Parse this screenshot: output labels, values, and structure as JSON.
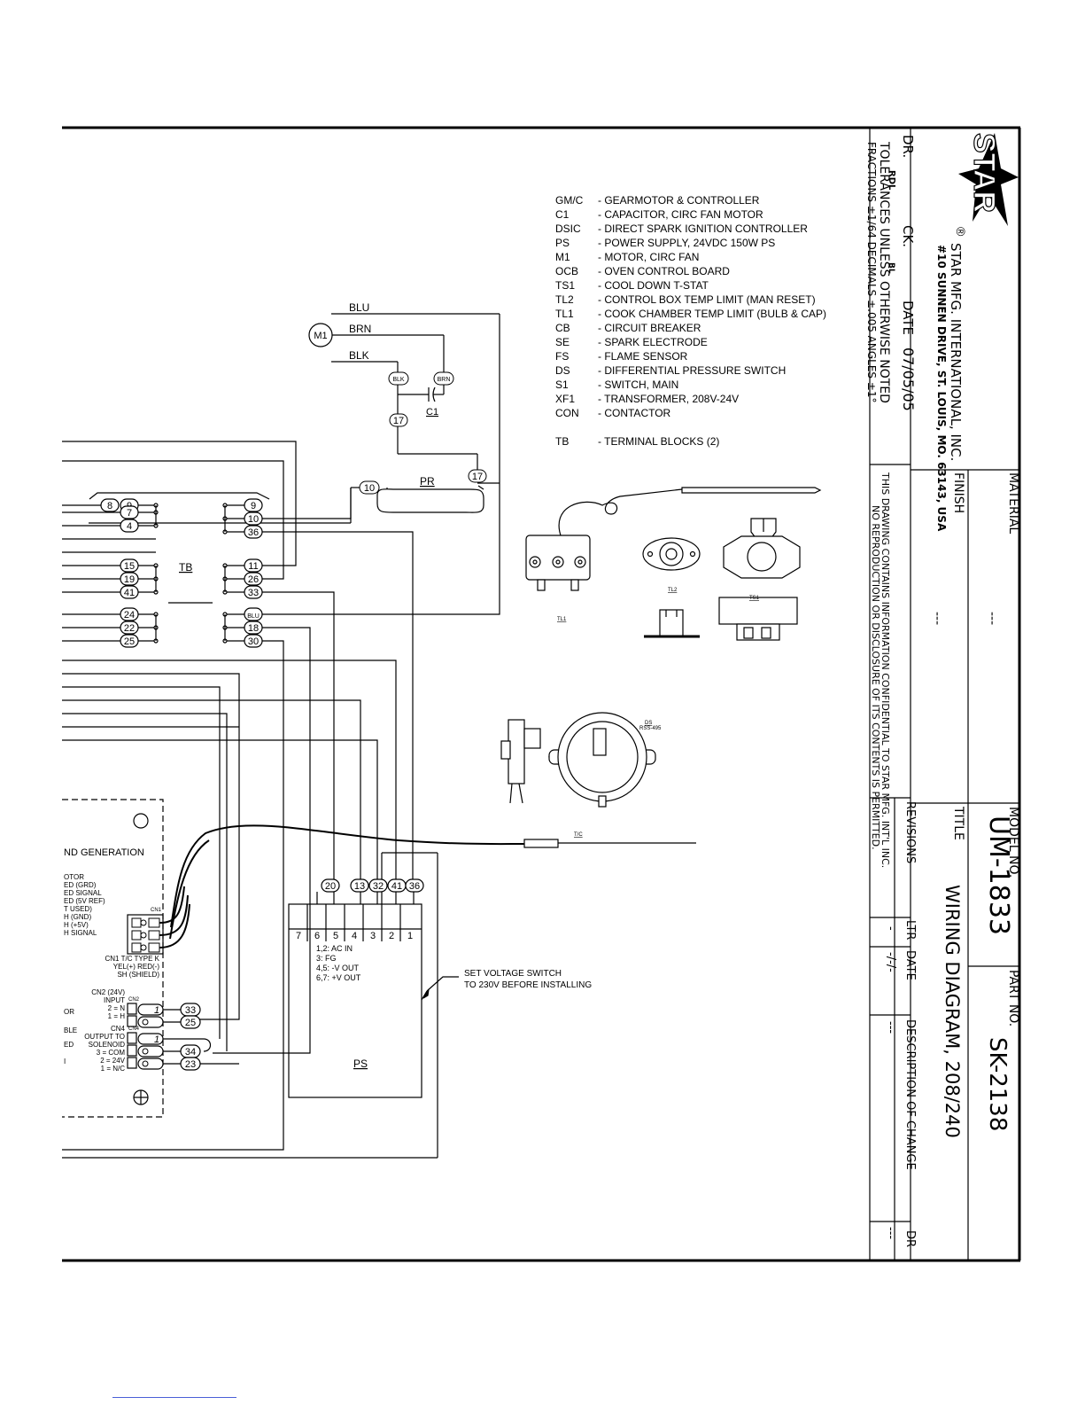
{
  "title_block": {
    "company": "STAR MFG. INTERNATIONAL, INC.",
    "address": "#10 SUNNEN DRIVE, ST. LOUIS, MO. 63143, USA",
    "logo_text": "STAR",
    "registered": "®",
    "material_label": "MATERIAL",
    "material_value": "---",
    "finish_label": "FINISH",
    "finish_value": "---",
    "dr_label": "DR.",
    "dr_value": "RDL",
    "ck_label": "CK.",
    "ck_value": "BL",
    "date_label": "DATE",
    "date_value": "07/05/05",
    "tolerances_line1": "TOLERANCES UNLESS OTHERWISE NOTED",
    "tolerances_line2": "FRACTIONS ±1/64  DECIMALS ±.005  ANGLES ±1°",
    "confidential_line1": "THIS DRAWING CONTAINS INFORMATION CONFIDENTIAL TO STAR MFG. INT'L INC.",
    "confidential_line2": "NO REPRODUCTION OR DISCLOSURE OF ITS CONTENTS IS PERMITTED.",
    "model_label": "MODEL NO.",
    "model_value": "UM-1833",
    "part_label": "PART NO.",
    "part_value": "SK-2138",
    "title_label": "TITLE",
    "title_value": "WIRING DIAGRAM, 208/240",
    "revisions_label": "REVISIONS",
    "rev_ltr_header": "LTR",
    "rev_date_header": "DATE",
    "rev_desc_header": "DESCRIPTION OF CHANGE",
    "rev_dr_header": "DR",
    "rev_ltr": "-",
    "rev_date": "-/-/-",
    "rev_desc": "---",
    "rev_dr": "---"
  },
  "legend": [
    {
      "code": "GM/C",
      "desc": "- GEARMOTOR & CONTROLLER"
    },
    {
      "code": "C1",
      "desc": "- CAPACITOR, CIRC FAN MOTOR"
    },
    {
      "code": "DSIC",
      "desc": "- DIRECT SPARK IGNITION CONTROLLER"
    },
    {
      "code": "PS",
      "desc": "- POWER SUPPLY, 24VDC 150W PS"
    },
    {
      "code": "M1",
      "desc": "- MOTOR, CIRC FAN"
    },
    {
      "code": "OCB",
      "desc": "- OVEN CONTROL BOARD"
    },
    {
      "code": "TS1",
      "desc": "- COOL DOWN T-STAT"
    },
    {
      "code": "TL2",
      "desc": "- CONTROL BOX TEMP LIMIT (MAN RESET)"
    },
    {
      "code": "TL1",
      "desc": "- COOK CHAMBER TEMP LIMIT  (BULB & CAP)"
    },
    {
      "code": "CB",
      "desc": "- CIRCUIT BREAKER"
    },
    {
      "code": "SE",
      "desc": "- SPARK ELECTRODE"
    },
    {
      "code": "FS",
      "desc": "- FLAME SENSOR"
    },
    {
      "code": "DS",
      "desc": "- DIFFERENTIAL PRESSURE SWITCH"
    },
    {
      "code": "S1",
      "desc": "- SWITCH, MAIN"
    },
    {
      "code": "XF1",
      "desc": "- TRANSFORMER, 208V-24V"
    },
    {
      "code": "CON",
      "desc": "- CONTACTOR"
    },
    {
      "code": "TB",
      "desc": "- TERMINAL BLOCKS (2)"
    }
  ],
  "motor": {
    "label": "M1",
    "wire_blu": "BLU",
    "wire_brn": "BRN",
    "wire_blk": "BLK",
    "tag_blk": "BLK",
    "tag_brn": "BRN",
    "cap_label": "C1",
    "tag_17a": "17",
    "tag_17b": "17"
  },
  "pr": {
    "label": "PR",
    "tag_10": "10"
  },
  "tb": {
    "label": "TB",
    "left_top": [
      "8",
      "9"
    ],
    "left": [
      "7",
      "4",
      "15",
      "19",
      "41",
      "24",
      "22",
      "25"
    ],
    "right": [
      "9",
      "10",
      "36",
      "11",
      "26",
      "33",
      "BLU",
      "18",
      "30"
    ]
  },
  "components": {
    "tl1": "TL1",
    "tl2": "TL2",
    "ts1": "TS1",
    "ds": "DS",
    "ds_part": "RSS-495",
    "tc": "T/C"
  },
  "controller": {
    "title": "ND GENERATION",
    "left_lines": [
      "OTOR",
      "ED (GRD)",
      "ED SIGNAL",
      "ED (5V REF)",
      "T USED)",
      "H (GND)",
      "H (+5V)",
      "H SIGNAL"
    ],
    "cn1": "CN1",
    "cn1_desc1": "CN1 T/C TYPE K",
    "cn1_desc2": "YEL(+) RED(-)",
    "cn1_desc3": "SH (SHIELD)",
    "cn2_lines": [
      "CN2 (24V)",
      "INPUT",
      "2 = N",
      "1 = H"
    ],
    "cn2": "CN2",
    "cn4_lines": [
      "CN4",
      "OUTPUT TO",
      "SOLENOID",
      "3 = COM",
      "2 = 24V",
      "1 = N/C"
    ],
    "cn4": "CN4",
    "frag_or": "OR",
    "frag_ble": "BLE",
    "frag_ed": "ED",
    "frag_bar": "I",
    "pin_1a": "1",
    "pin_1b": "1",
    "tags": [
      "33",
      "25",
      "34",
      "23"
    ]
  },
  "ps": {
    "label": "PS",
    "top_tags": [
      "20",
      "13",
      "32",
      "41",
      "36"
    ],
    "pins": [
      "7",
      "6",
      "5",
      "4",
      "3",
      "2",
      "1"
    ],
    "notes": [
      "1,2: AC IN",
      "3:  FG",
      "4,5: -V OUT",
      "6,7: +V OUT"
    ],
    "callout1": "SET VOLTAGE SWITCH",
    "callout2": "TO 230V BEFORE INSTALLING"
  }
}
